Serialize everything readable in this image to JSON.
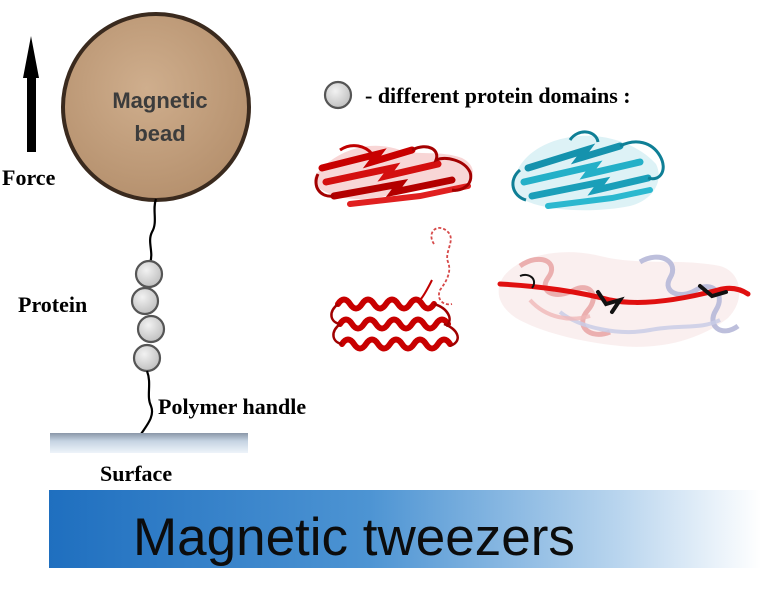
{
  "bead": {
    "label_line1": "Magnetic",
    "label_line2": "bead",
    "color": "#c29e7c"
  },
  "labels": {
    "force": "Force",
    "protein": "Protein",
    "polymer_handle": "Polymer handle",
    "surface": "Surface"
  },
  "legend": {
    "text": "- different protein domains :"
  },
  "banner": {
    "title": "Magnetic tweezers",
    "color": "#2b7cc6"
  },
  "domain_icons": [
    "red-beta-sandwich-structure",
    "cyan-beta-sandwich-structure",
    "red-alpha-helix-bundle-structure",
    "red-blue-elongated-domain-structure"
  ]
}
